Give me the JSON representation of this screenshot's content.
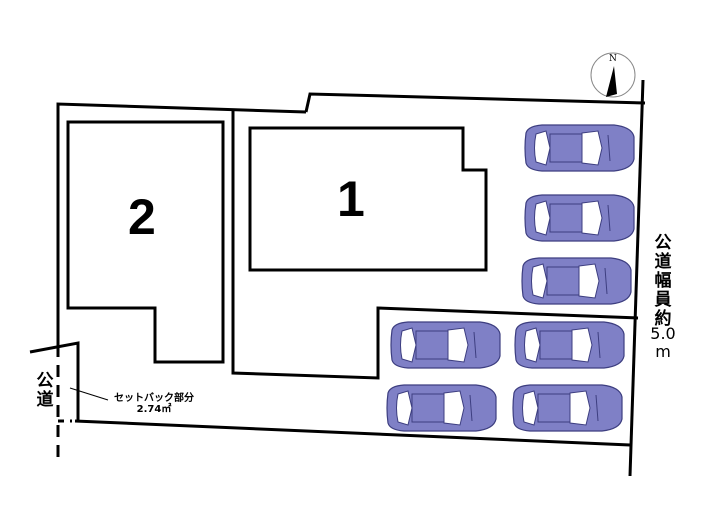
{
  "lots": [
    {
      "label": "1"
    },
    {
      "label": "2"
    }
  ],
  "road_right": {
    "label": "公道幅員約",
    "width": "5.0",
    "unit": "m"
  },
  "road_left": {
    "label": "公道"
  },
  "setback": {
    "label": "セットバック部分",
    "area": "2.74㎡"
  },
  "compass": {
    "label": "N"
  },
  "parking": {
    "cars": 7
  },
  "colors": {
    "car": "#7f80c6",
    "line": "#000000"
  }
}
